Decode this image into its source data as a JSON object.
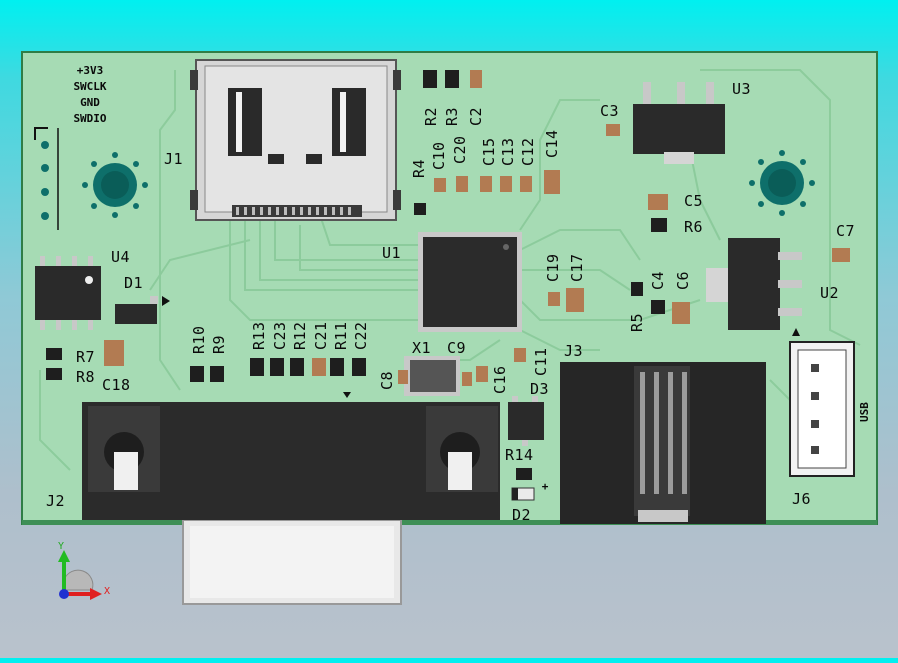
{
  "colors": {
    "board": "#a6dbb4",
    "board_edge": "#1f6b3a",
    "trace": "#8ed09e",
    "pad": "#c8c8c8",
    "chip": "#2a2a2a",
    "cap": "#b27b52",
    "connector": "#2e2e2e",
    "background_top": "#00f0f0",
    "background_bottom": "#b9c2cc"
  },
  "silkscreen": {
    "header_pins": [
      "+3V3",
      "SWCLK",
      "GND",
      "SWDIO"
    ],
    "usb_text": "USB",
    "plus_mark": "+"
  },
  "designators": {
    "J1": "J1",
    "J2": "J2",
    "J3": "J3",
    "J6": "J6",
    "U1": "U1",
    "U2": "U2",
    "U3": "U3",
    "U4": "U4",
    "D1": "D1",
    "D2": "D2",
    "D3": "D3",
    "X1": "X1",
    "R2": "R2",
    "R3": "R3",
    "R4": "R4",
    "R5": "R5",
    "R6": "R6",
    "R7": "R7",
    "R8": "R8",
    "R9": "R9",
    "R10": "R10",
    "R11": "R11",
    "R12": "R12",
    "R13": "R13",
    "R14": "R14",
    "C2": "C2",
    "C3": "C3",
    "C4": "C4",
    "C5": "C5",
    "C6": "C6",
    "C7": "C7",
    "C8": "C8",
    "C9": "C9",
    "C10": "C10",
    "C11": "C11",
    "C12": "C12",
    "C13": "C13",
    "C14": "C14",
    "C15": "C15",
    "C16": "C16",
    "C17": "C17",
    "C18": "C18",
    "C19": "C19",
    "C20": "C20",
    "C21": "C21",
    "C22": "C22",
    "C23": "C23"
  },
  "axes": {
    "x": "X",
    "y": "Y"
  }
}
